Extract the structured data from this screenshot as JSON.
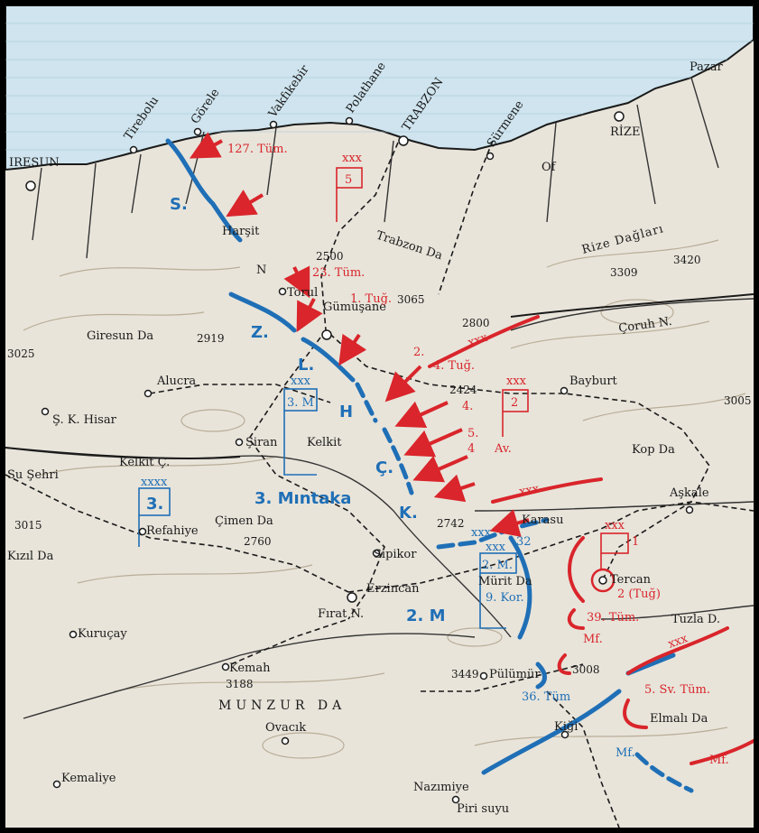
{
  "colors": {
    "sea": "#cfe4ee",
    "land": "#e8e4da",
    "red": "#d9252b",
    "blue": "#1f6fb6",
    "black": "#1a1a1a"
  },
  "places": {
    "giresun": "IRESUN",
    "tirebolu": "Tirebolu",
    "gorele": "Görele",
    "vakfikebir": "Vakfıkebir",
    "polathane": "Polathane",
    "trabzon": "TRABZON",
    "surmene": "Sürmene",
    "of": "Of",
    "rize": "RİZE",
    "pazar": "Pazar",
    "harsit": "Harşit",
    "n1": "N",
    "torul": "Torul",
    "gumusane": "Gümüşane",
    "trabzon_da": "Trabzon Da",
    "rize_daglari": "Rize Dağları",
    "coruh": "Çoruh N.",
    "bayburt": "Bayburt",
    "kop_da": "Kop Da",
    "askale": "Aşkale",
    "giresun_da": "Giresun Da",
    "alucra": "Alucra",
    "sk_hisar": "Ş. K. Hisar",
    "siran": "Şiran",
    "kelkit": "Kelkit",
    "kelkit_c": "Kelkit Ç.",
    "su_sehri": "Su Şehri",
    "refahiye": "Refahiye",
    "cimen_da": "Çimen Da",
    "kizil_da": "Kızıl Da",
    "sipikor": "Sipikor",
    "erzincan": "Erzincan",
    "karasu": "Karasu",
    "murit_da": "Mürit Da",
    "tercan": "Tercan",
    "tuzla": "Tuzla D.",
    "kuruçay": "Kuruçay",
    "firat": "Fırat N.",
    "kemah": "Kemah",
    "pulumur": "Pülümür",
    "munzur": "MUNZUR DA",
    "ovacik": "Ovacık",
    "kigi": "Kiği",
    "elmali": "Elmalı Da",
    "kemaliye": "Kemaliye",
    "nazimiye": "Nazımiye",
    "piri_suyu": "Piri suyu"
  },
  "elevations": {
    "e2500": "2500",
    "e3065": "3065",
    "e3420": "3420",
    "e3309": "3309",
    "e2800": "2800",
    "e2919": "2919",
    "e3025": "3025",
    "e2424": "2424",
    "e3005": "3005",
    "e3015": "3015",
    "e2760": "2760",
    "e2742": "2742",
    "e3188": "3188",
    "e3449": "3449",
    "e3008": "3008"
  },
  "red_labels": {
    "t127": "127. Tüm.",
    "t5": "5",
    "t23": "23. Tüm.",
    "tug1": "1. Tuğ.",
    "n2": "2.",
    "tug4": "4. Tuğ.",
    "t2": "2",
    "n4a": "4.",
    "n5": "5.",
    "n4b": "4",
    "av": "Av.",
    "t1": "1",
    "tug2": "2 (Tuğ)",
    "t39": "39. Tüm.",
    "mf1": "Mf.",
    "sv5": "5. Sv. Tüm.",
    "mf2": "Mf.",
    "xxx": "xxx"
  },
  "blue_labels": {
    "S": "S.",
    "Z": "Z.",
    "L": "L.",
    "H": "H",
    "C": "Ç.",
    "K": "K.",
    "m3": "3. M",
    "mintika3": "3. Mıntaka",
    "b3": "3.",
    "m2": "2. M.",
    "kor9": "9. Kor.",
    "m2big": "2. M",
    "b32": "32",
    "t36": "36. Tüm",
    "mf3": "Mf.",
    "xxxx": "xxxx",
    "xxx": "xxx"
  }
}
